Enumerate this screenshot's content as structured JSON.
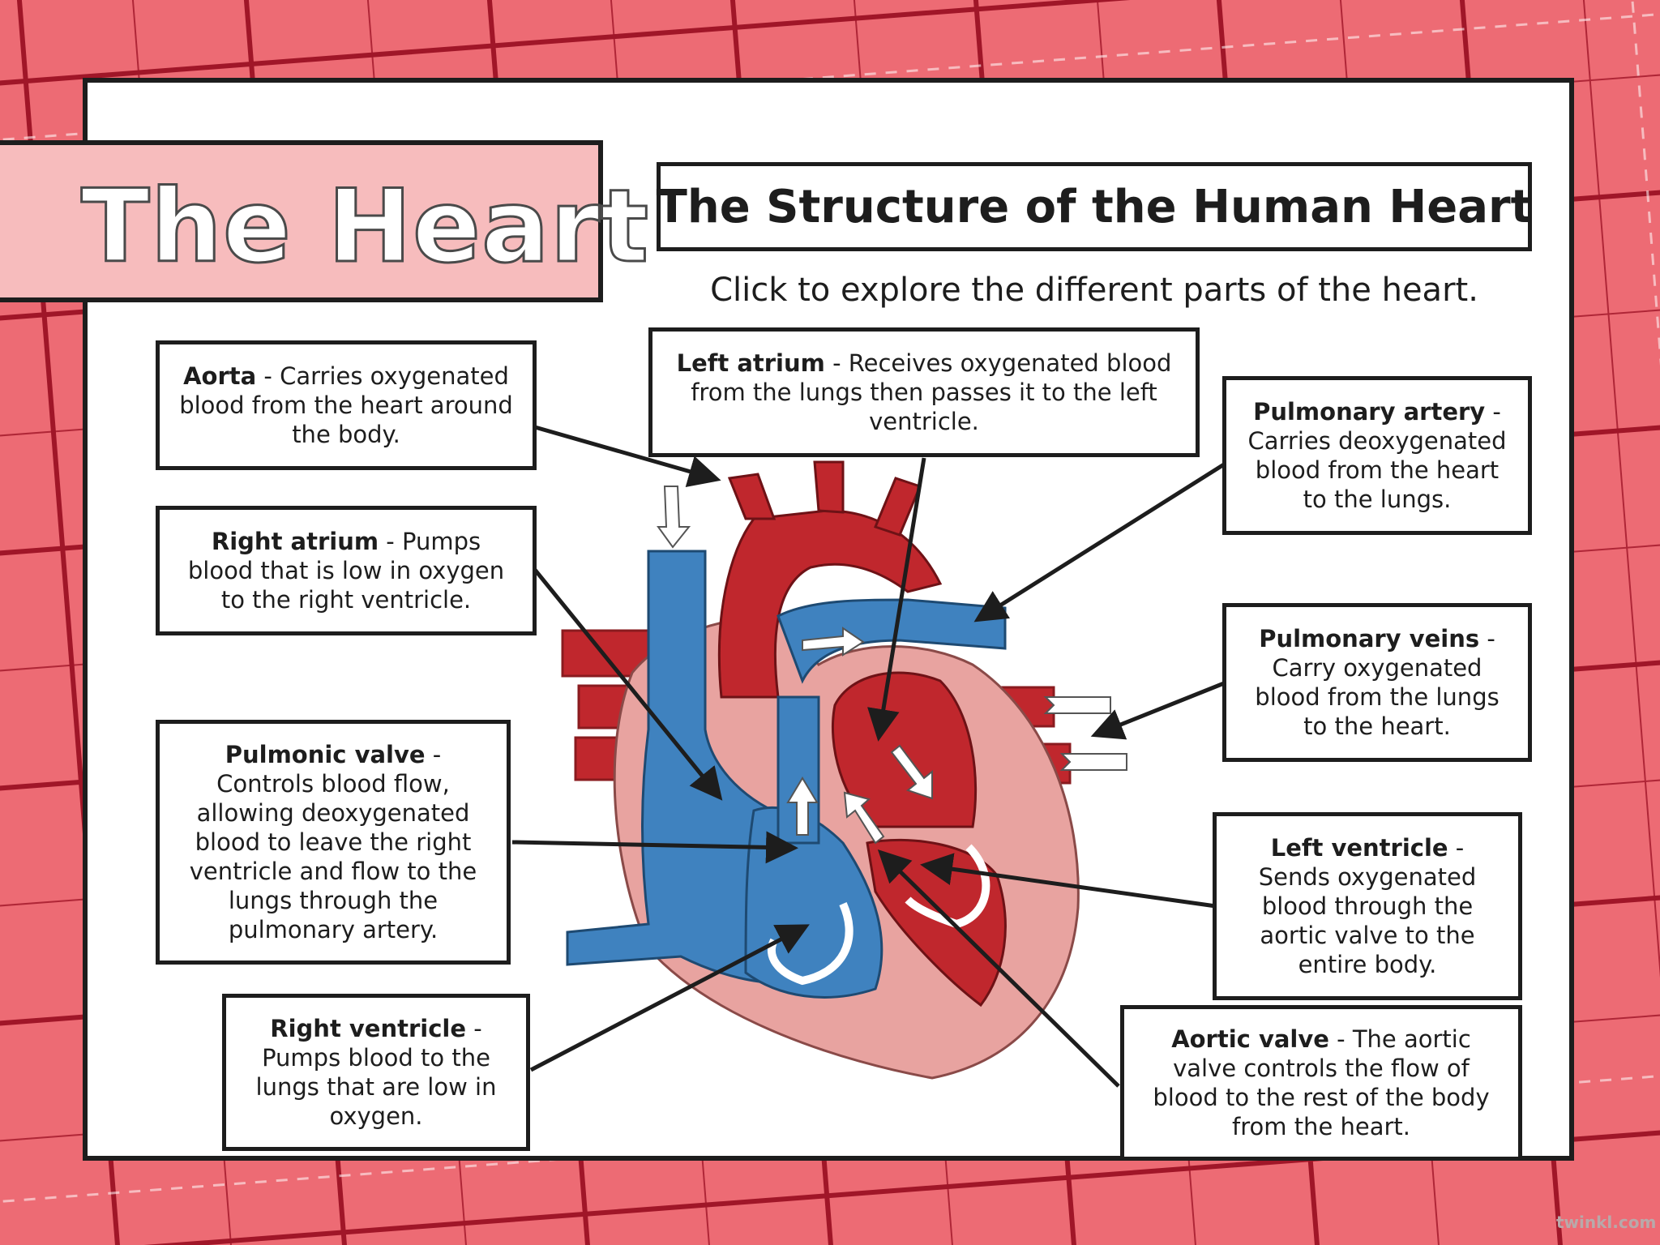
{
  "title": "The Heart",
  "heading": "The Structure of the Human Heart",
  "instruction": "Click to explore the different parts of the heart.",
  "labels": {
    "aorta": {
      "name": "Aorta",
      "desc": " - Carries oxygenated blood from the heart around the body."
    },
    "right_atrium": {
      "name": "Right atrium",
      "desc": " - Pumps blood that is low in oxygen to the right ventricle."
    },
    "pulmonic_valve": {
      "name": "Pulmonic valve",
      "desc": " - Controls blood flow, allowing deoxygenated blood to leave the right ventricle and flow to the lungs through the pulmonary artery."
    },
    "right_ventricle": {
      "name": "Right ventricle",
      "desc": " - Pumps blood to the lungs that are low in oxygen."
    },
    "left_atrium": {
      "name": "Left atrium",
      "desc": " - Receives oxygenated blood from the lungs then passes it to the left ventricle."
    },
    "pulmonary_artery": {
      "name": "Pulmonary artery",
      "desc": " - Carries deoxygenated blood from the heart to the lungs."
    },
    "pulmonary_veins": {
      "name": "Pulmonary veins",
      "desc": " - Carry oxygenated blood from the lungs to the heart."
    },
    "left_ventricle": {
      "name": "Left ventricle",
      "desc": " - Sends oxygenated blood through the aortic valve to the entire body."
    },
    "aortic_valve": {
      "name": "Aortic valve",
      "desc": " - The aortic valve controls the flow of blood to the rest of the body from the heart."
    }
  },
  "watermark": "twinkl.com",
  "colors": {
    "background": "#ed6b74",
    "grid_line": "#a01628",
    "banner": "#f7bcbd",
    "oxygenated": "#c0272d",
    "deoxygenated": "#3f82bf",
    "heart_wall": "#e8a3a0"
  }
}
